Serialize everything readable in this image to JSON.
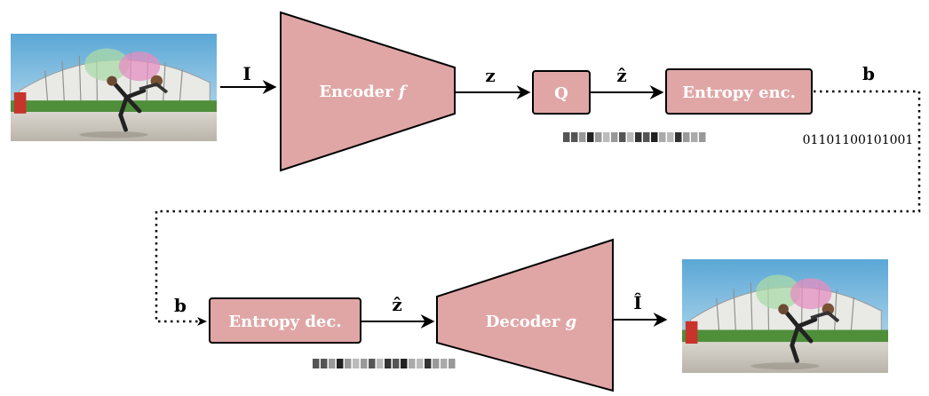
{
  "colors": {
    "block_fill": "#e0a6a6",
    "block_stroke": "#000000",
    "latent_cells": [
      "#555555",
      "#555555",
      "#999999",
      "#222222",
      "#999999",
      "#bbbbbb",
      "#999999",
      "#555555",
      "#bbbbbb",
      "#333333",
      "#555555",
      "#222222",
      "#aaaaaa",
      "#bbbbbb",
      "#333333",
      "#999999",
      "#aaaaaa",
      "#999999"
    ]
  },
  "input_image": {
    "icon": "photo-dancer-stadium"
  },
  "output_image": {
    "icon": "photo-dancer-stadium"
  },
  "labels": {
    "input": "I",
    "latent": "z",
    "quantized": "ẑ",
    "quantized2": "ẑ",
    "bitstream": "b",
    "bitstream2": "b",
    "reconstruction": "Î"
  },
  "blocks": {
    "encoder": {
      "name": "Encoder",
      "fn": "f"
    },
    "quantizer": "Q",
    "entropy_encoder": "Entropy enc.",
    "entropy_decoder": "Entropy dec.",
    "decoder": {
      "name": "Decoder",
      "fn": "g"
    }
  },
  "bitstring": "01101100101001"
}
